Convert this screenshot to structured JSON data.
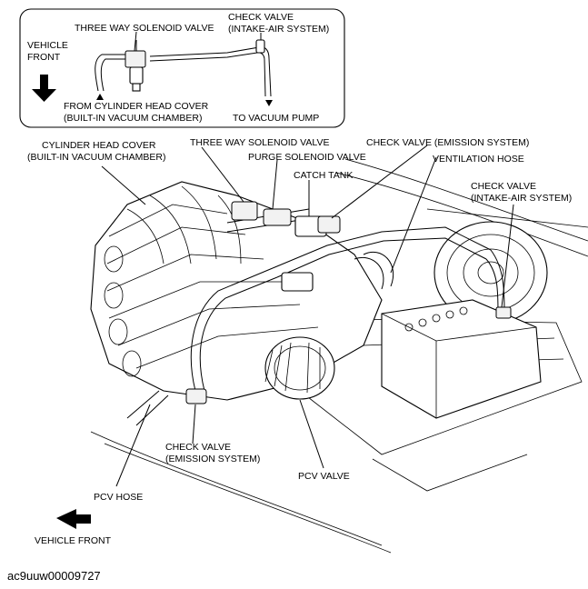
{
  "inset": {
    "vehicle_front_line1": "VEHICLE",
    "vehicle_front_line2": "FRONT",
    "three_way_solenoid_valve": "THREE WAY SOLENOID VALVE",
    "check_valve_line1": "CHECK VALVE",
    "check_valve_line2": "(INTAKE-AIR SYSTEM)",
    "from_cyl_line1": "FROM CYLINDER HEAD COVER",
    "from_cyl_line2": "(BUILT-IN VACUUM CHAMBER)",
    "to_vacuum_pump": "TO VACUUM PUMP"
  },
  "labels": {
    "cylinder_head_cover_line1": "CYLINDER HEAD COVER",
    "cylinder_head_cover_line2": "(BUILT-IN VACUUM CHAMBER)",
    "three_way_solenoid_valve": "THREE WAY SOLENOID VALVE",
    "check_valve_emission_top": "CHECK VALVE (EMISSION SYSTEM)",
    "purge_solenoid_valve": "PURGE SOLENOID VALVE",
    "ventilation_hose": "VENTILATION HOSE",
    "catch_tank": "CATCH TANK",
    "check_valve_intake_line1": "CHECK VALVE",
    "check_valve_intake_line2": "(INTAKE-AIR SYSTEM)",
    "check_valve_emission_bottom_line1": "CHECK VALVE",
    "check_valve_emission_bottom_line2": "(EMISSION SYSTEM)",
    "pcv_valve": "PCV VALVE",
    "pcv_hose": "PCV HOSE",
    "vehicle_front": "VEHICLE FRONT"
  },
  "figure_id": "ac9uuw00009727"
}
